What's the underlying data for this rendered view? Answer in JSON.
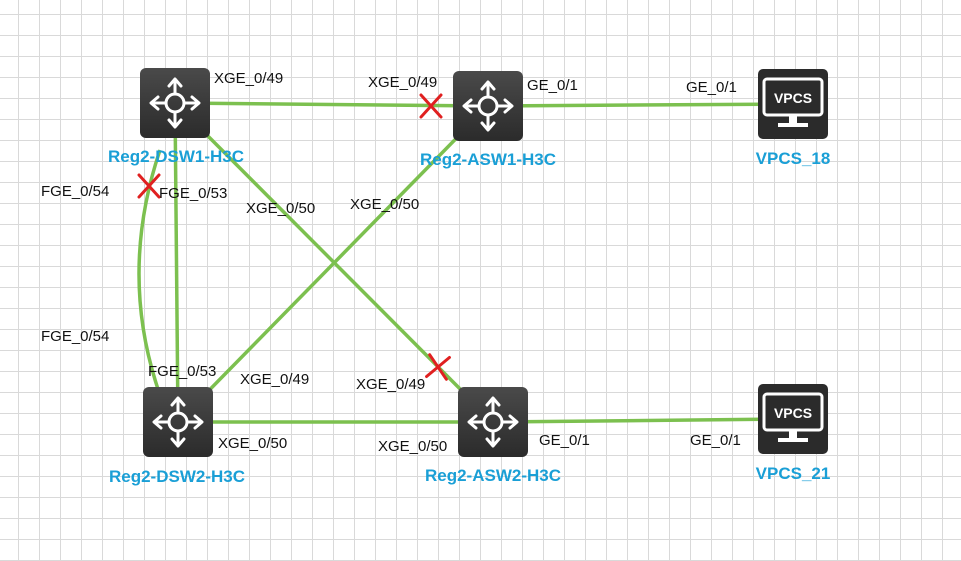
{
  "colors": {
    "link": "#7cc04f",
    "blocked_mark": "#e02020",
    "device_label": "#1a9fd6",
    "device_body": "#2b2b2b"
  },
  "devices": {
    "dsw1": {
      "name": "Reg2-DSW1-H3C",
      "type": "switch",
      "icon": "switch-router-icon"
    },
    "asw1": {
      "name": "Reg2-ASW1-H3C",
      "type": "switch",
      "icon": "switch-router-icon"
    },
    "dsw2": {
      "name": "Reg2-DSW2-H3C",
      "type": "switch",
      "icon": "switch-router-icon"
    },
    "asw2": {
      "name": "Reg2-ASW2-H3C",
      "type": "switch",
      "icon": "switch-router-icon"
    },
    "vpcs18": {
      "name": "VPCS_18",
      "type": "pc",
      "icon": "vpcs-monitor-icon",
      "screen_text": "VPCS"
    },
    "vpcs21": {
      "name": "VPCS_21",
      "type": "pc",
      "icon": "vpcs-monitor-icon",
      "screen_text": "VPCS"
    }
  },
  "links": [
    {
      "from": "dsw1",
      "to": "asw1",
      "from_port": "XGE_0/49",
      "to_port": "XGE_0/49",
      "blocked": "to"
    },
    {
      "from": "asw1",
      "to": "vpcs18",
      "from_port": "GE_0/1",
      "to_port": "GE_0/1",
      "blocked": ""
    },
    {
      "from": "dsw1",
      "to": "asw2",
      "from_port": "XGE_0/50",
      "to_port": "XGE_0/49",
      "blocked": "to"
    },
    {
      "from": "asw1",
      "to": "dsw2",
      "from_port": "XGE_0/50",
      "to_port": "XGE_0/49",
      "blocked": ""
    },
    {
      "from": "dsw1",
      "to": "dsw2",
      "from_port": "FGE_0/53",
      "to_port": "FGE_0/53",
      "blocked": ""
    },
    {
      "from": "dsw1",
      "to": "dsw2",
      "from_port": "FGE_0/54",
      "to_port": "FGE_0/54",
      "blocked": "from"
    },
    {
      "from": "dsw2",
      "to": "asw2",
      "from_port": "XGE_0/50",
      "to_port": "XGE_0/50",
      "blocked": ""
    },
    {
      "from": "asw2",
      "to": "vpcs21",
      "from_port": "GE_0/1",
      "to_port": "GE_0/1",
      "blocked": ""
    }
  ]
}
